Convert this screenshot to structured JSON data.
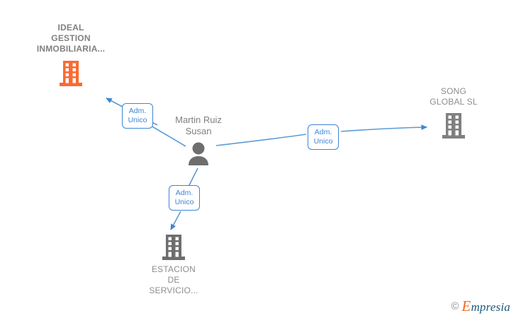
{
  "diagram": {
    "title": "",
    "background_color": "#ffffff",
    "accent_edge_color": "#3d85d4",
    "highlight_node_color": "#fc6a31",
    "node_color": "#808080",
    "nodes": [
      {
        "id": "ideal-gestion",
        "type": "company",
        "label": "IDEAL\nGESTION\nINMOBILIARIA...",
        "icon": "building-icon",
        "color": "#fc6a31",
        "highlighted": true
      },
      {
        "id": "martin-ruiz-susan",
        "type": "person",
        "label": "Martin Ruiz\nSusan",
        "icon": "person-icon",
        "color": "#808080",
        "highlighted": false
      },
      {
        "id": "song-global-sl",
        "type": "company",
        "label": "SONG\nGLOBAL SL",
        "icon": "building-icon",
        "color": "#808080",
        "highlighted": false
      },
      {
        "id": "estacion-de-servicio",
        "type": "company",
        "label": "ESTACION\nDE\nSERVICIO...",
        "icon": "building-icon",
        "color": "#808080",
        "highlighted": false
      }
    ],
    "edges": [
      {
        "id": "edge-to-ideal-gestion",
        "from": "martin-ruiz-susan",
        "to": "ideal-gestion",
        "label": "Adm.\nUnico"
      },
      {
        "id": "edge-to-song-global",
        "from": "martin-ruiz-susan",
        "to": "song-global-sl",
        "label": "Adm.\nUnico"
      },
      {
        "id": "edge-to-estacion",
        "from": "martin-ruiz-susan",
        "to": "estacion-de-servicio",
        "label": "Adm.\nUnico"
      }
    ]
  },
  "watermark": {
    "copyright": "©",
    "brand_first": "E",
    "brand_rest": "mpresia"
  }
}
